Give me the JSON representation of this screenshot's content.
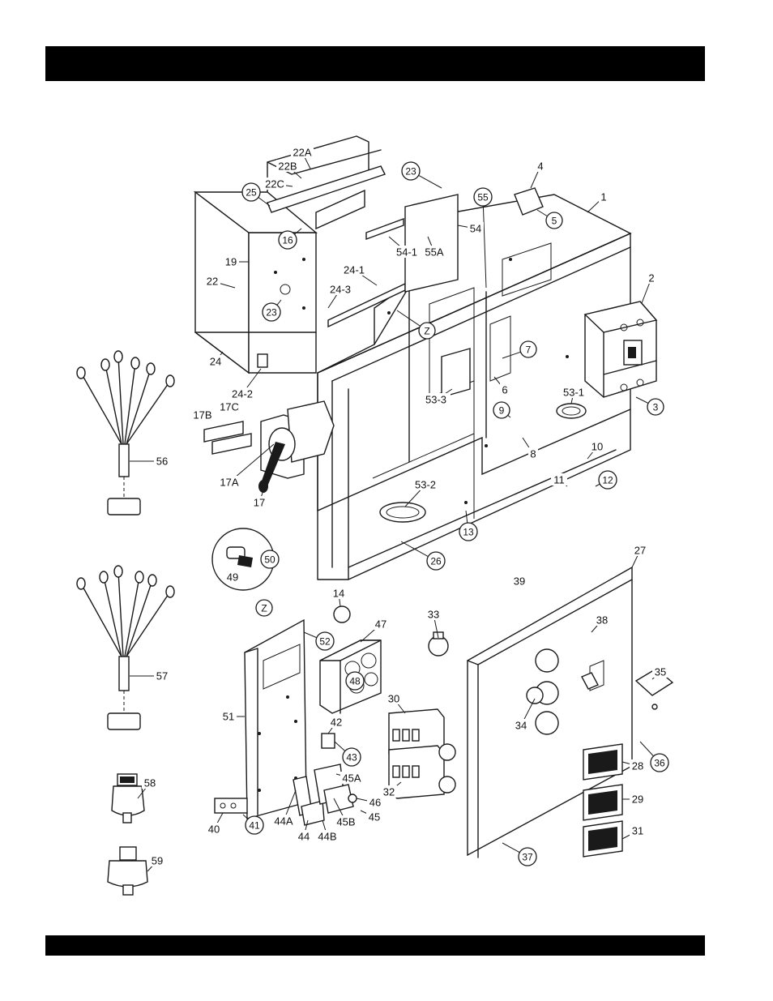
{
  "colors": {
    "bar": "#000000",
    "line": "#1a1a1a",
    "background": "#ffffff"
  },
  "labels": [
    {
      "id": "22A",
      "text": "22A"
    },
    {
      "id": "22B",
      "text": "22B"
    },
    {
      "id": "22C",
      "text": "22C"
    },
    {
      "id": "25",
      "text": "25",
      "circled": true
    },
    {
      "id": "16",
      "text": "16",
      "circled": true
    },
    {
      "id": "23a",
      "text": "23",
      "circled": true
    },
    {
      "id": "23b",
      "text": "23",
      "circled": true
    },
    {
      "id": "4",
      "text": "4"
    },
    {
      "id": "55",
      "text": "55",
      "circled": true
    },
    {
      "id": "5",
      "text": "5",
      "circled": true
    },
    {
      "id": "1",
      "text": "1"
    },
    {
      "id": "54",
      "text": "54"
    },
    {
      "id": "54-1",
      "text": "54-1"
    },
    {
      "id": "55A",
      "text": "55A"
    },
    {
      "id": "19",
      "text": "19"
    },
    {
      "id": "22",
      "text": "22"
    },
    {
      "id": "24-1",
      "text": "24-1"
    },
    {
      "id": "24-3",
      "text": "24-3"
    },
    {
      "id": "2",
      "text": "2"
    },
    {
      "id": "Z1",
      "text": "Z",
      "circled": true
    },
    {
      "id": "7",
      "text": "7",
      "circled": true
    },
    {
      "id": "24",
      "text": "24"
    },
    {
      "id": "24-2",
      "text": "24-2"
    },
    {
      "id": "6",
      "text": "6"
    },
    {
      "id": "53-3",
      "text": "53-3"
    },
    {
      "id": "53-1",
      "text": "53-1"
    },
    {
      "id": "3",
      "text": "3",
      "circled": true
    },
    {
      "id": "9",
      "text": "9",
      "circled": true
    },
    {
      "id": "17B",
      "text": "17B"
    },
    {
      "id": "17C",
      "text": "17C"
    },
    {
      "id": "8",
      "text": "8"
    },
    {
      "id": "10",
      "text": "10"
    },
    {
      "id": "56",
      "text": "56"
    },
    {
      "id": "17A",
      "text": "17A"
    },
    {
      "id": "11",
      "text": "11"
    },
    {
      "id": "12",
      "text": "12",
      "circled": true
    },
    {
      "id": "17",
      "text": "17"
    },
    {
      "id": "53-2",
      "text": "53-2"
    },
    {
      "id": "13",
      "text": "13",
      "circled": true
    },
    {
      "id": "50",
      "text": "50",
      "circled": true
    },
    {
      "id": "26",
      "text": "26",
      "circled": true
    },
    {
      "id": "49",
      "text": "49"
    },
    {
      "id": "27",
      "text": "27"
    },
    {
      "id": "14",
      "text": "14"
    },
    {
      "id": "39",
      "text": "39"
    },
    {
      "id": "Z2",
      "text": "Z",
      "circled": true
    },
    {
      "id": "47",
      "text": "47"
    },
    {
      "id": "33",
      "text": "33"
    },
    {
      "id": "38",
      "text": "38"
    },
    {
      "id": "52",
      "text": "52",
      "circled": true
    },
    {
      "id": "57",
      "text": "57"
    },
    {
      "id": "48",
      "text": "48",
      "circled": true
    },
    {
      "id": "35",
      "text": "35"
    },
    {
      "id": "30",
      "text": "30"
    },
    {
      "id": "34",
      "text": "34"
    },
    {
      "id": "51",
      "text": "51"
    },
    {
      "id": "42",
      "text": "42"
    },
    {
      "id": "43",
      "text": "43",
      "circled": true
    },
    {
      "id": "28",
      "text": "28"
    },
    {
      "id": "36",
      "text": "36",
      "circled": true
    },
    {
      "id": "32",
      "text": "32"
    },
    {
      "id": "45A",
      "text": "45A"
    },
    {
      "id": "58",
      "text": "58"
    },
    {
      "id": "29",
      "text": "29"
    },
    {
      "id": "46",
      "text": "46"
    },
    {
      "id": "44A",
      "text": "44A"
    },
    {
      "id": "45B",
      "text": "45B"
    },
    {
      "id": "45",
      "text": "45"
    },
    {
      "id": "40",
      "text": "40"
    },
    {
      "id": "41",
      "text": "41",
      "circled": true
    },
    {
      "id": "44",
      "text": "44"
    },
    {
      "id": "44B",
      "text": "44B"
    },
    {
      "id": "31",
      "text": "31"
    },
    {
      "id": "37",
      "text": "37",
      "circled": true
    },
    {
      "id": "59",
      "text": "59"
    }
  ]
}
